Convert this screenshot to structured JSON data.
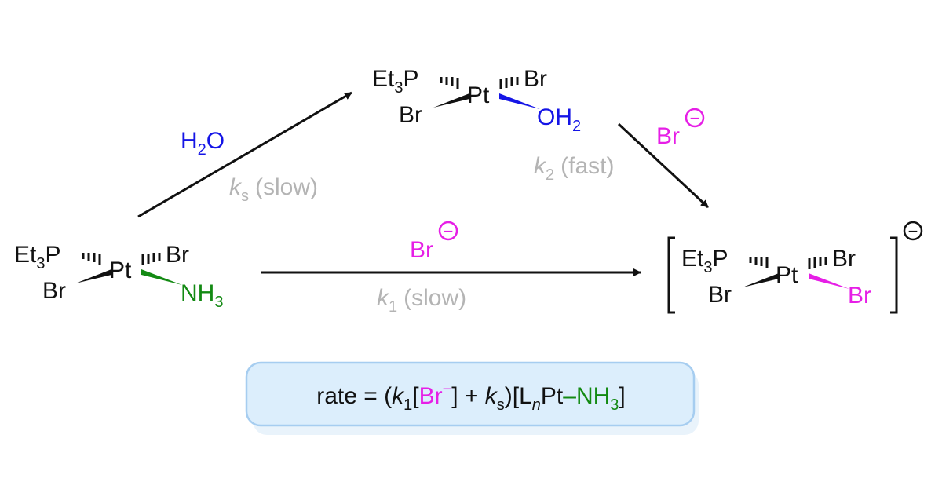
{
  "colors": {
    "black": "#111111",
    "water": "#1515e6",
    "bromide": "#e61ee6",
    "ammine": "#138a13",
    "condition_grey": "#b4b4b4",
    "box_fill": "#dceefc",
    "box_stroke": "#a6cdf0"
  },
  "reactant": {
    "et": "Et",
    "sub3": "3",
    "p": "P",
    "pt": "Pt",
    "br_top": "Br",
    "br_left": "Br",
    "nh": "NH",
    "nh_sub": "3"
  },
  "intermediate": {
    "et": "Et",
    "sub3": "3",
    "p": "P",
    "pt": "Pt",
    "br_top": "Br",
    "br_left": "Br",
    "oh": "OH",
    "oh_sub": "2"
  },
  "product": {
    "et": "Et",
    "sub3": "3",
    "p": "P",
    "pt": "Pt",
    "br_top": "Br",
    "br_left": "Br",
    "br_wedge": "Br",
    "charge": "−"
  },
  "step_water": {
    "reagent_h": "H",
    "reagent_sub": "2",
    "reagent_o": "O",
    "k": "k",
    "k_sub": "s",
    "speed": "(slow)"
  },
  "step_fast": {
    "reagent": "Br",
    "charge": "−",
    "k": "k",
    "k_sub": "2",
    "speed": "(fast)"
  },
  "step_direct": {
    "reagent": "Br",
    "charge": "−",
    "k": "k",
    "k_sub": "1",
    "speed": "(slow)"
  },
  "rate_law": {
    "part1": "rate = (",
    "k1": "k",
    "k1_sub": "1",
    "lbracket": "[",
    "br": "Br",
    "br_sup": "−",
    "part2": "] + ",
    "ks": "k",
    "ks_sub": "s",
    "part3": ")[L",
    "n": "n",
    "pt": "Pt",
    "dash_nh": "–NH",
    "nh_sub": "3",
    "end": "]"
  }
}
